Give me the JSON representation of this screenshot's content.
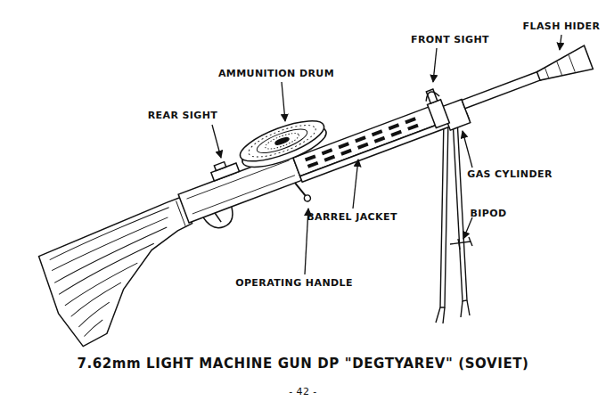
{
  "diagram": {
    "caption": "7.62mm LIGHT MACHINE GUN DP \"DEGTYAREV\" (SOVIET)",
    "labels": [
      "FLASH HIDER",
      "FRONT SIGHT",
      "AMMUNITION DRUM",
      "REAR SIGHT",
      "GAS CYLINDER",
      "BIPOD",
      "BARREL JACKET",
      "OPERATING HANDLE",
      "- 42 -"
    ]
  }
}
